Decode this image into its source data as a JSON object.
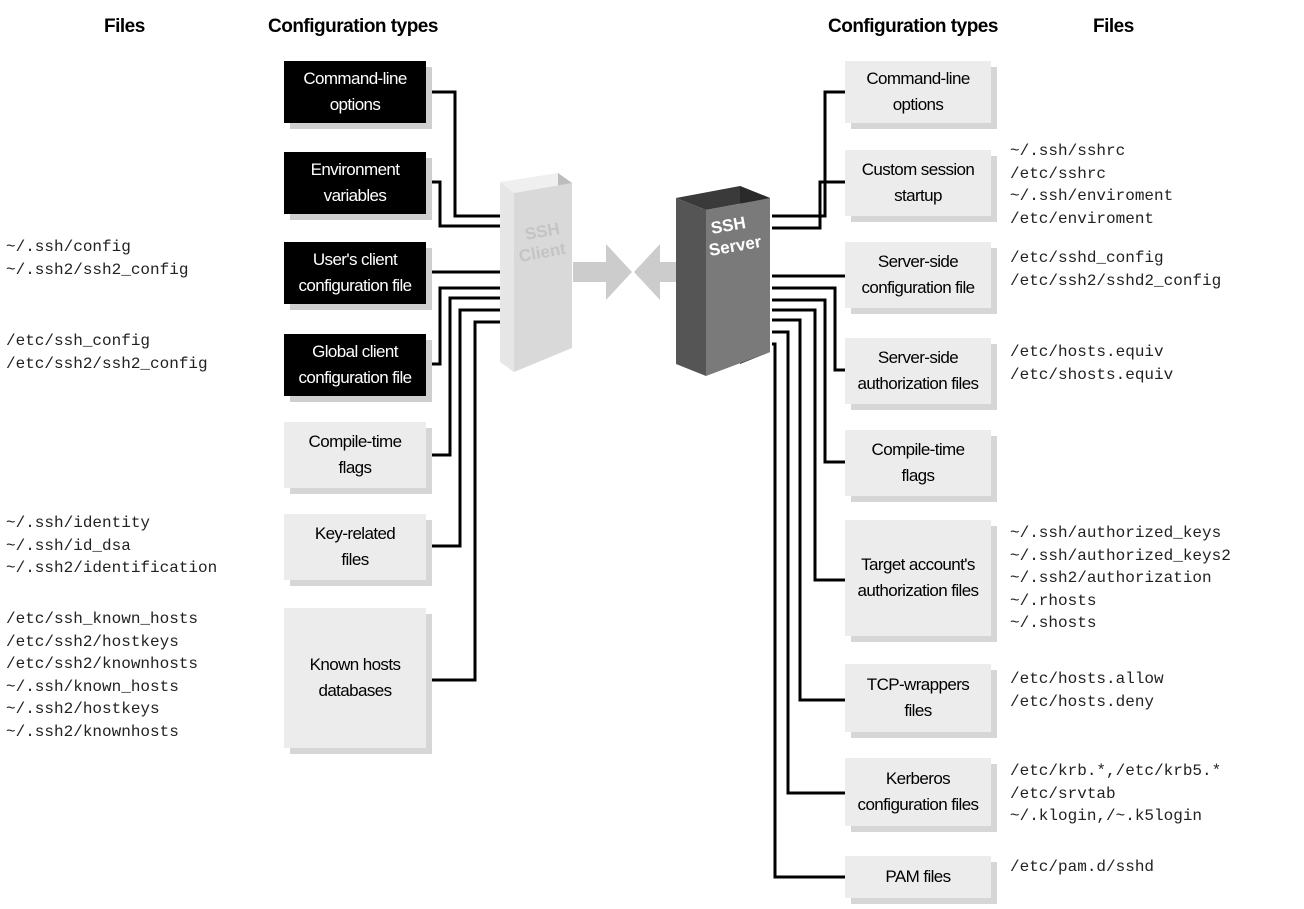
{
  "headers": {
    "left_files": "Files",
    "left_config": "Configuration types",
    "right_config": "Configuration types",
    "right_files": "Files"
  },
  "client": {
    "label_line1": "SSH",
    "label_line2": "Client",
    "boxes": [
      {
        "label": "Command-line\noptions",
        "style": "dark"
      },
      {
        "label": "Environment\nvariables",
        "style": "dark"
      },
      {
        "label": "User's client\nconfiguration file",
        "style": "dark"
      },
      {
        "label": "Global client\nconfiguration file",
        "style": "dark"
      },
      {
        "label": "Compile-time\nflags",
        "style": "light"
      },
      {
        "label": "Key-related\nfiles",
        "style": "light"
      },
      {
        "label": "Known hosts\ndatabases",
        "style": "light"
      }
    ],
    "files": [
      "~/.ssh/config\n~/.ssh2/ssh2_config",
      "/etc/ssh_config\n/etc/ssh2/ssh2_config",
      "~/.ssh/identity\n~/.ssh/id_dsa\n~/.ssh2/identification",
      "/etc/ssh_known_hosts\n/etc/ssh2/hostkeys\n/etc/ssh2/knownhosts\n~/.ssh/known_hosts\n~/.ssh2/hostkeys\n~/.ssh2/knownhosts"
    ]
  },
  "server": {
    "label_line1": "SSH",
    "label_line2": "Server",
    "boxes": [
      {
        "label": "Command-line\noptions"
      },
      {
        "label": "Custom session\nstartup"
      },
      {
        "label": "Server-side\nconfiguration file"
      },
      {
        "label": "Server-side\nauthorization files"
      },
      {
        "label": "Compile-time\nflags"
      },
      {
        "label": "Target account's\nauthorization files"
      },
      {
        "label": "TCP-wrappers\nfiles"
      },
      {
        "label": "Kerberos\nconfiguration files"
      },
      {
        "label": "PAM files"
      }
    ],
    "files": [
      "~/.ssh/sshrc\n/etc/sshrc\n~/.ssh/enviroment\n/etc/enviroment",
      "/etc/sshd_config\n/etc/ssh2/sshd2_config",
      "/etc/hosts.equiv\n/etc/shosts.equiv",
      "~/.ssh/authorized_keys\n~/.ssh/authorized_keys2\n~/.ssh2/authorization\n~/.rhosts\n~/.shosts",
      "/etc/hosts.allow\n/etc/hosts.deny",
      "/etc/krb.*,/etc/krb5.*\n/etc/srvtab\n~/.klogin,/~.k5login",
      "/etc/pam.d/sshd"
    ]
  },
  "colors": {
    "dark_box": "#000000",
    "light_box": "#ececec",
    "client_front": "#d9d9d9",
    "server_front": "#7a7a7a",
    "arrow": "#cccccc"
  }
}
